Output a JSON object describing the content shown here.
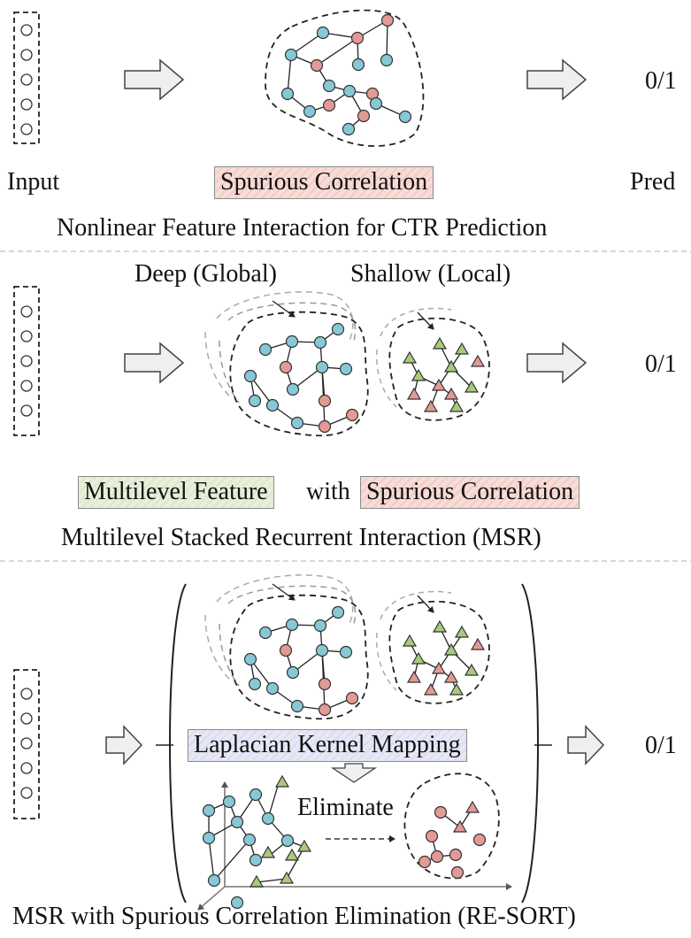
{
  "section1": {
    "input_label": "Input",
    "highlight": "Spurious Correlation",
    "pred_label": "Pred",
    "output": "0/1",
    "caption": "Nonlinear Feature Interaction for CTR Prediction"
  },
  "section2": {
    "deep_label": "Deep (Global)",
    "shallow_label": "Shallow (Local)",
    "output": "0/1",
    "highlight_feature": "Multilevel Feature",
    "connector": "with",
    "highlight_spurious": "Spurious Correlation",
    "caption": "Multilevel Stacked Recurrent Interaction (MSR)"
  },
  "section3": {
    "mapping_label": "Laplacian Kernel Mapping",
    "eliminate_label": "Eliminate",
    "output": "0/1",
    "caption": "MSR with Spurious Correlation Elimination (RE-SORT)"
  },
  "colors": {
    "blue_node": "#86c9d6",
    "red_node": "#e39a94",
    "green_triangle": "#a9c97d",
    "red_triangle": "#e39a94",
    "arrow_fill": "#efefef",
    "separator": "#cccccc"
  }
}
